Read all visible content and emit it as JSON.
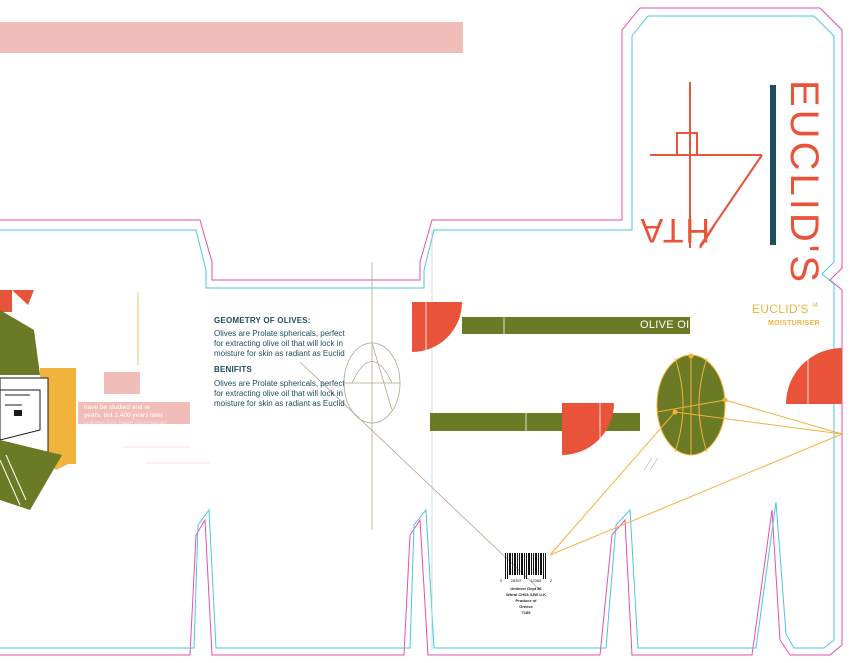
{
  "panel_texts": {
    "geometry_heading": "GEOMETRY OF OLIVES:",
    "geometry_body": "Olives are Prolate sphericals, perfect for extracting olive oil that will lock in moisture for skin as radiant as Euclid",
    "benefits_heading": "BENIFITS",
    "benefits_body": "Olives are Prolate sphericals, perfect for extracting olive oil that will lock in moisture for skin as radiant as Euclid"
  },
  "side_panel": {
    "faded_line_1": "have be studied and re",
    "faded_line_2": "years, but 2,400 years later",
    "faded_line_3": "volume has been discovered"
  },
  "product": {
    "olive_oil_label": "OLIVE OIL",
    "brand_vertical": "EUCLID'S",
    "brand_small": "EUCLID'S",
    "brand_small_suffix": "i4",
    "product_type": "MOISTURISER",
    "brand_logo_text": "HTA"
  },
  "barcode": {
    "number_left": "0",
    "number_mid1": "28357",
    "number_mid2": "12368",
    "number_right": "2",
    "line1": "Unilever Dept 86",
    "line2": "Wirral CH63 3JW U.K",
    "line3": "Produce of",
    "line4": "Greece",
    "line5": "7185"
  },
  "colors": {
    "olive_green": "#6b7a24",
    "tomato_red": "#e8533a",
    "mustard": "#f2b33d",
    "pink_bar": "#f1bdb8",
    "teal_text": "#1e4d5c",
    "cutline_pink": "#e64fb0",
    "cutline_cyan": "#4fc3e8",
    "bleed_blue": "#3b6e7a"
  }
}
